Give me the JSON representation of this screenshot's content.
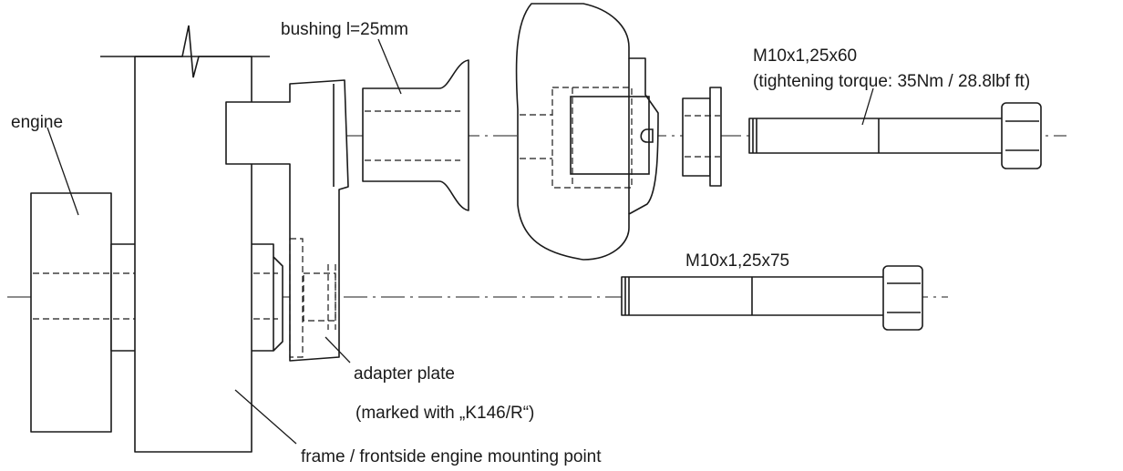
{
  "labels": {
    "engine": "engine",
    "bushing": "bushing l=25mm",
    "bolt_upper_spec": "M10x1,25x60",
    "bolt_upper_torque": "(tightening torque: 35Nm / 28.8lbf ft)",
    "bolt_lower_spec": "M10x1,25x75",
    "adapter_plate": "adapter plate",
    "adapter_marking": "(marked with „K146/R“)",
    "frame": "frame / frontside engine mounting point"
  },
  "colors": {
    "line": "#1a1a1a",
    "background": "#ffffff"
  }
}
